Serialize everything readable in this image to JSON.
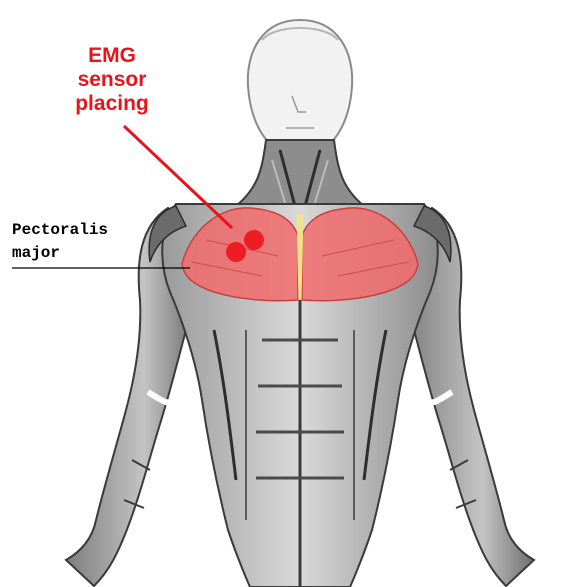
{
  "annotation": {
    "title_lines": [
      "EMG",
      "sensor",
      "placing"
    ],
    "muscle_lines": [
      "Pectoralis",
      "major"
    ]
  },
  "colors": {
    "accent": "#e8141b",
    "muscle_highlight": "#f26b6b",
    "electrode": "#ee1c24",
    "anatomy_ink": "#3a3a3a"
  },
  "figure": {
    "subject": "front-view-muscular-anatomy-torso",
    "highlighted_muscle_icon": "pectoralis-major-highlight",
    "sensor_count": 2
  }
}
